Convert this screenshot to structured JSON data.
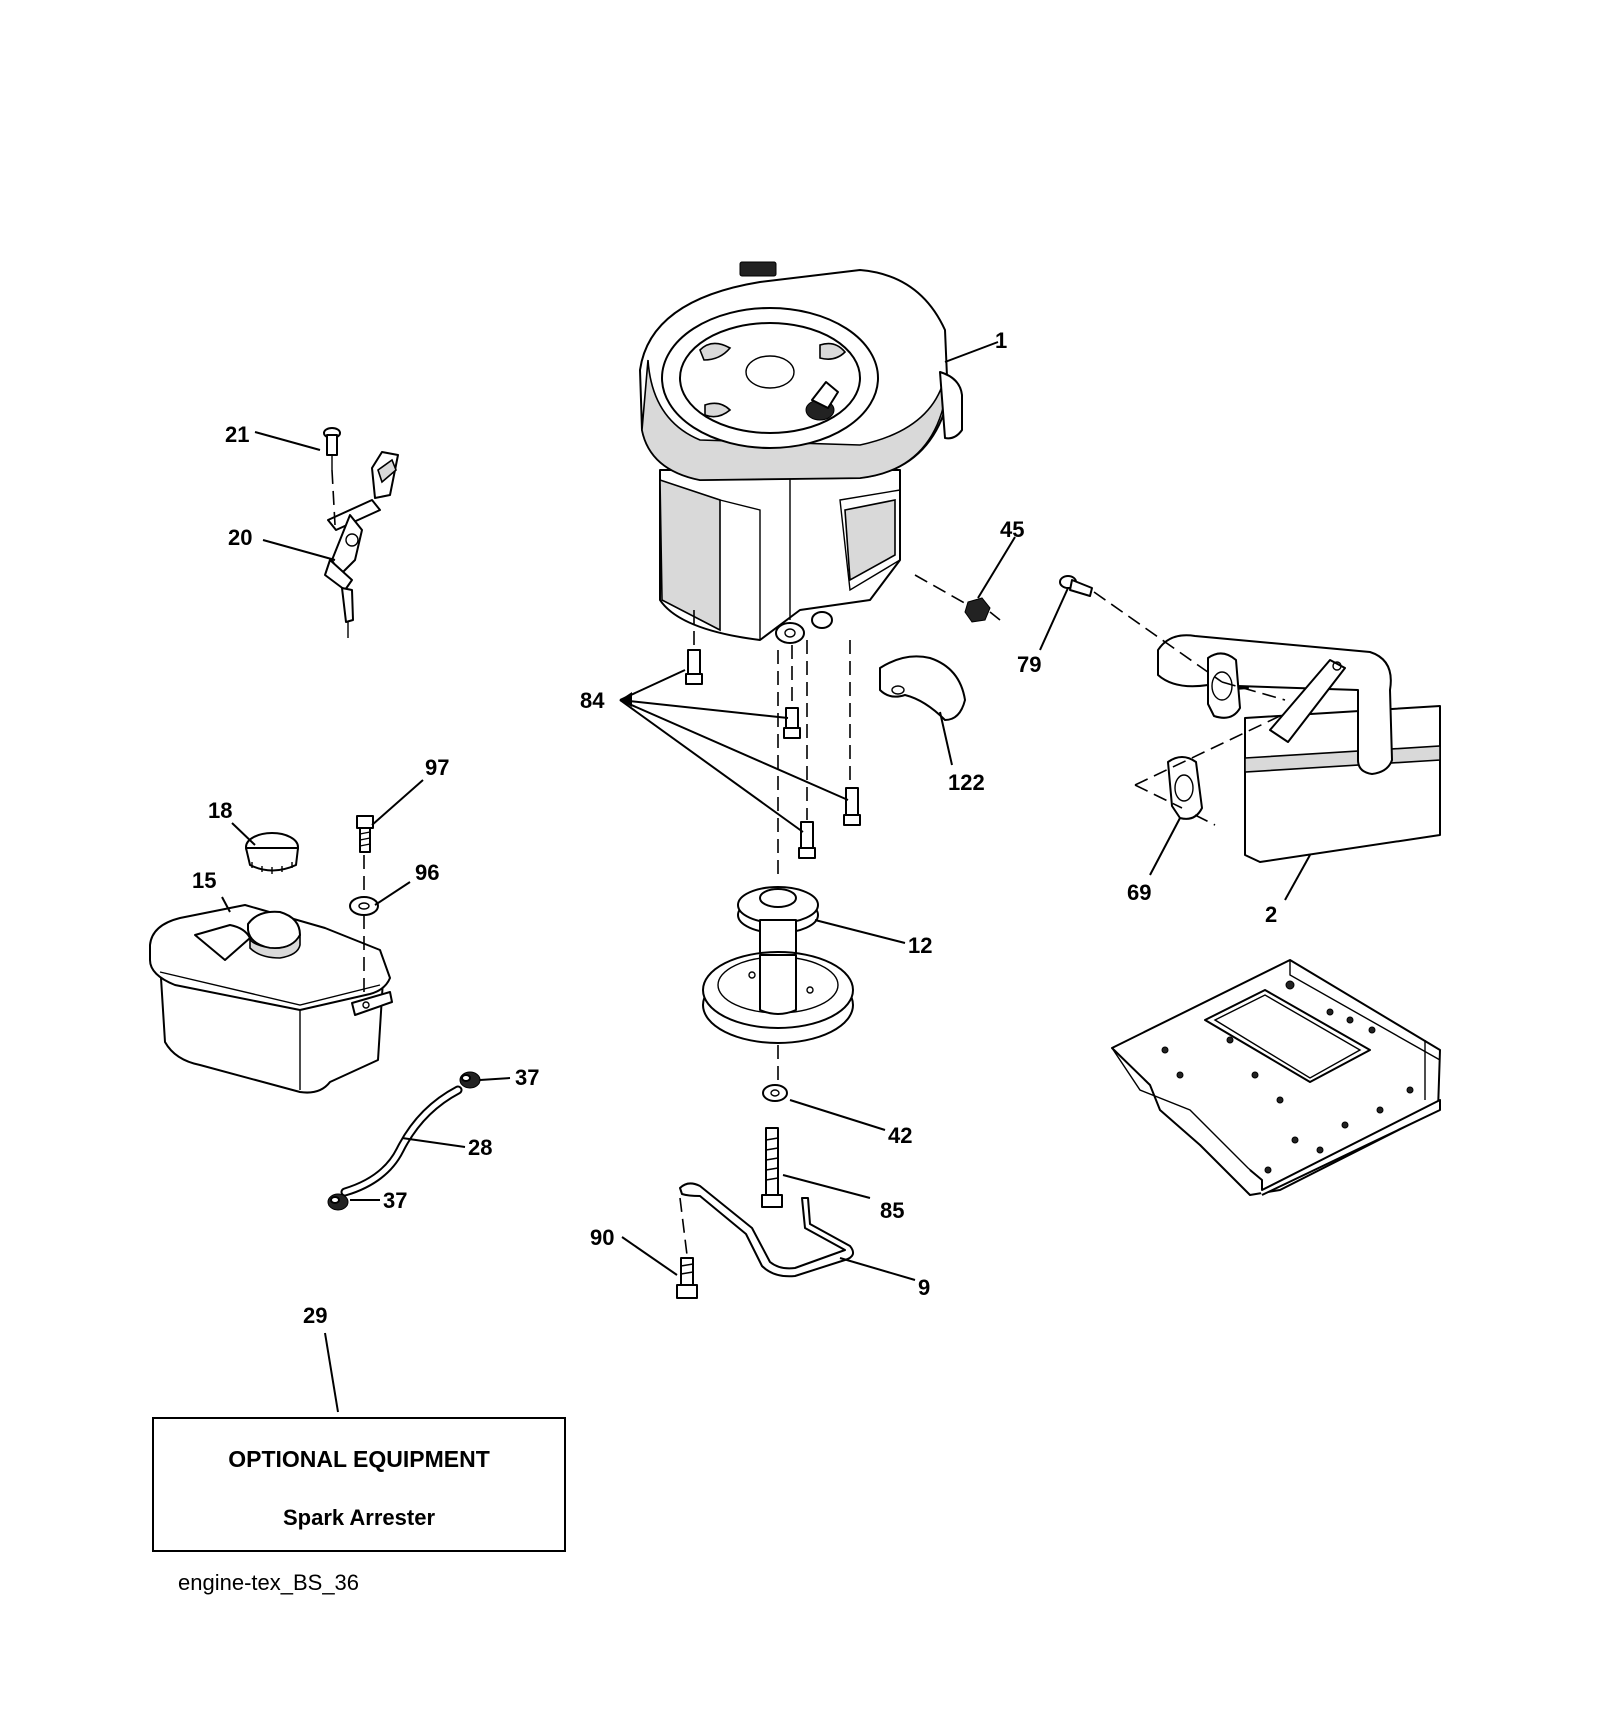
{
  "labels": {
    "p1": "1",
    "p2": "2",
    "p9": "9",
    "p12": "12",
    "p15": "15",
    "p18": "18",
    "p20": "20",
    "p21": "21",
    "p28": "28",
    "p29": "29",
    "p37a": "37",
    "p37b": "37",
    "p42": "42",
    "p45": "45",
    "p69": "69",
    "p79": "79",
    "p84": "84",
    "p85": "85",
    "p90": "90",
    "p96": "96",
    "p97": "97",
    "p122": "122"
  },
  "optional_box": {
    "title": "OPTIONAL EQUIPMENT",
    "item": "Spark Arrester"
  },
  "footer_code": "engine-tex_BS_36"
}
